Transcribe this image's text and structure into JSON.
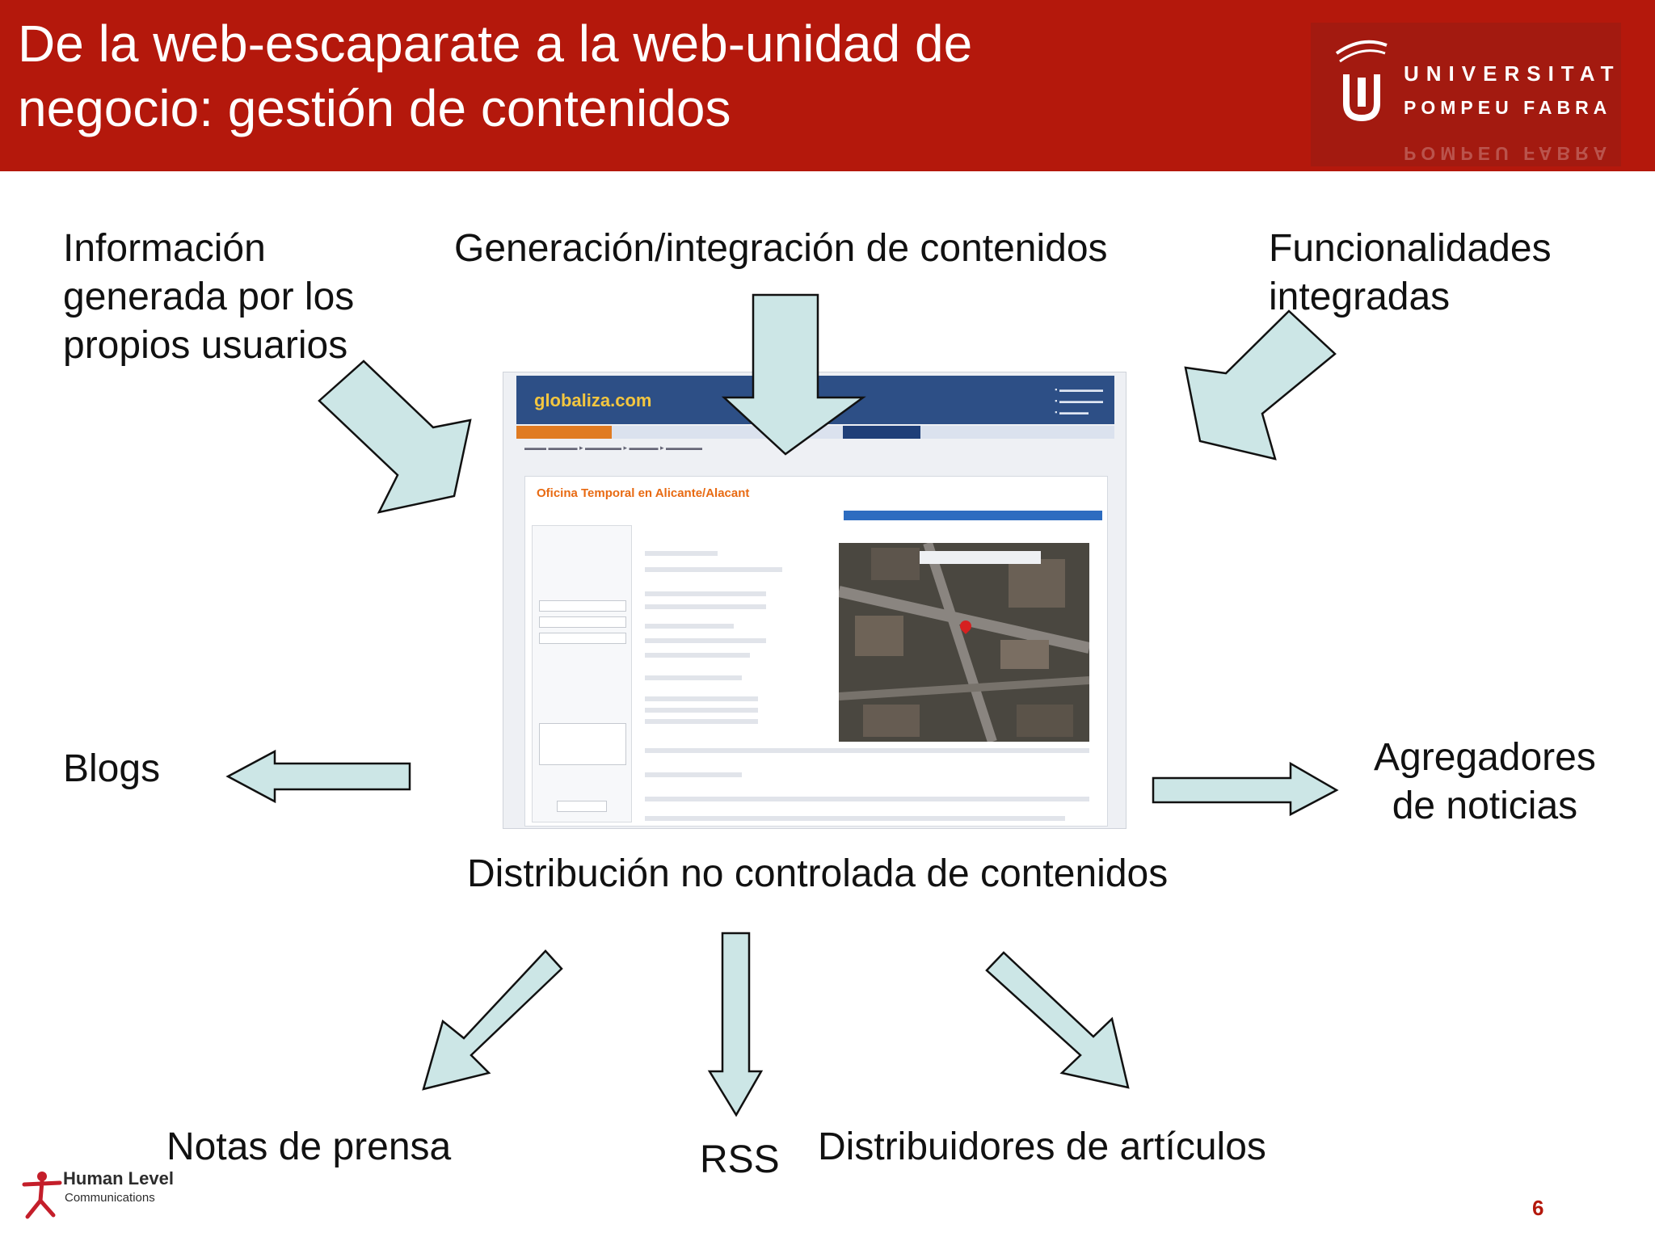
{
  "header": {
    "title_line1": "De la web-escaparate a la web-unidad de",
    "title_line2": "negocio: gestión de contenidos",
    "logo_line1": "UNIVERSITAT",
    "logo_line2": "POMPEU FABRA"
  },
  "diagram": {
    "top_left": [
      "Información",
      "generada por los",
      "propios usuarios"
    ],
    "top_center": "Generación/integración de contenidos",
    "top_right": [
      "Funcionalidades",
      "integradas"
    ],
    "left": "Blogs",
    "right": [
      "Agregadores",
      "de noticias"
    ],
    "center_bottom": "Distribución no controlada de contenidos",
    "bottom_left": "Notas de prensa",
    "bottom_center": "RSS",
    "bottom_right": "Distribuidores de artículos"
  },
  "screenshot": {
    "site_logo": "globaliza.com",
    "listing_title": "Oficina Temporal en Alicante/Alacant"
  },
  "footer": {
    "page_number": "6",
    "brand_line1": "Human Level",
    "brand_line2": "Communications"
  },
  "colors": {
    "header_red": "#b4180c",
    "arrow_fill": "#cce6e6",
    "arrow_stroke": "#111111"
  }
}
